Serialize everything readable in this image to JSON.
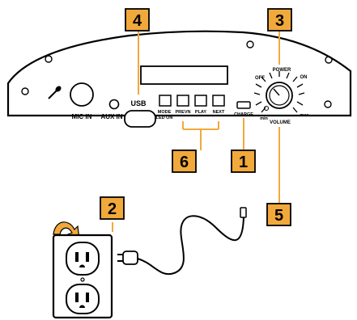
{
  "panel": {
    "mic_label": "MIC IN",
    "aux_label": "AUX IN",
    "usb_label": "USB",
    "mode_label": "MODE",
    "led_label": "LED ON",
    "prev_label": "PREVN",
    "play_label": "PLAY",
    "next_label": "NEXT",
    "charge_label": "CHARGE",
    "power_label": "POWER",
    "off_label": "OFF",
    "on_label": "ON",
    "min_label": "min",
    "max_label": "max",
    "volume_label": "VOLUME"
  },
  "callouts": [
    {
      "number": "1"
    },
    {
      "number": "2"
    },
    {
      "number": "3"
    },
    {
      "number": "4"
    },
    {
      "number": "5"
    },
    {
      "number": "6"
    }
  ],
  "colors": {
    "callout_fill": "#F2A93B",
    "line": "#F2A93B",
    "ink": "#000000"
  }
}
